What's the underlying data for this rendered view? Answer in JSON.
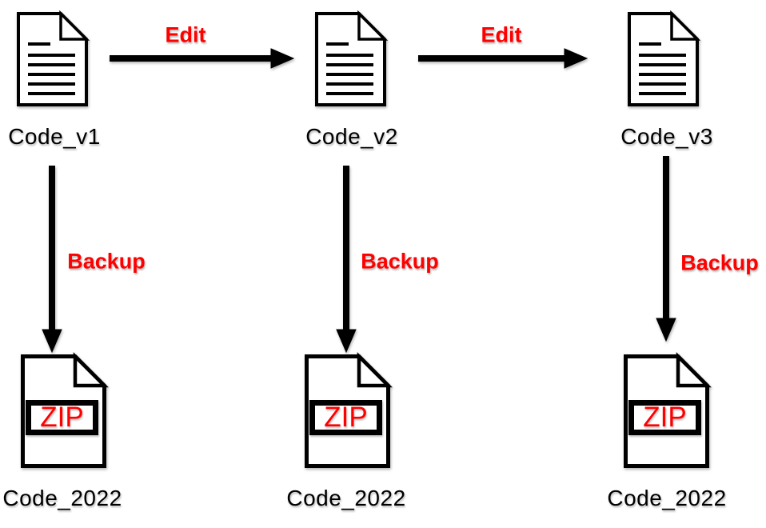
{
  "diagram": {
    "edit_steps": [
      {
        "label": "Edit"
      },
      {
        "label": "Edit"
      }
    ],
    "columns": [
      {
        "source_label": "Code_v1",
        "backup_label": "Backup",
        "archive_badge": "ZIP",
        "archive_label": "Code_2022"
      },
      {
        "source_label": "Code_v2",
        "backup_label": "Backup",
        "archive_badge": "ZIP",
        "archive_label": "Code_2022"
      },
      {
        "source_label": "Code_v3",
        "backup_label": "Backup",
        "archive_badge": "ZIP",
        "archive_label": "Code_2022"
      }
    ],
    "colors": {
      "accent_red": "#FF0000",
      "ink": "#000000",
      "background": "#FFFFFF"
    }
  }
}
